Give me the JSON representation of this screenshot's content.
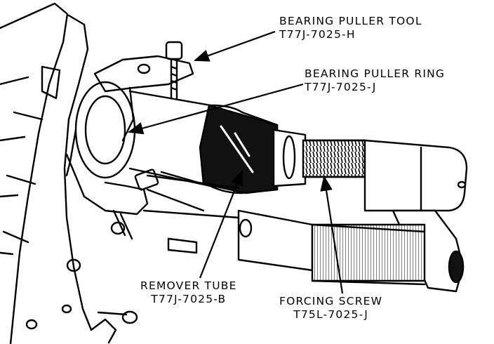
{
  "callouts": {
    "bearing_puller_tool": {
      "name": "BEARING PULLER TOOL",
      "part": "T77J-7025-H"
    },
    "bearing_puller_ring": {
      "name": "BEARING PULLER RING",
      "part": "T77J-7025-J"
    },
    "remover_tube": {
      "name": "REMOVER TUBE",
      "part": "T77J-7025-B"
    },
    "forcing_screw": {
      "name": "FORCING SCREW",
      "part": "T75L-7025-J"
    }
  },
  "colors": {
    "ink": "#000000",
    "paper": "#ffffff"
  }
}
